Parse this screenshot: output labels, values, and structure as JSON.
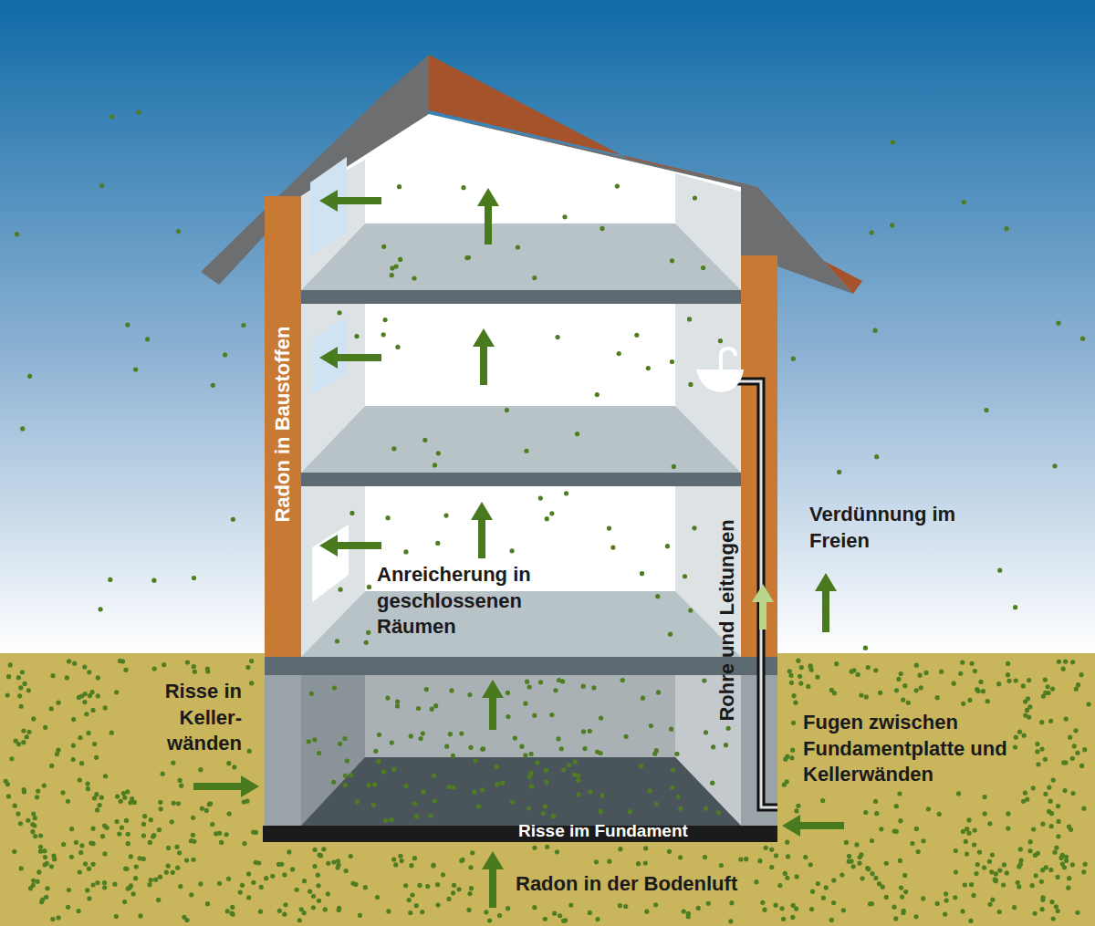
{
  "diagram": {
    "labels": [
      "Radon in Baustoffen",
      "Rohre und Leitungen",
      "Verdünnung im Freien",
      "Anreicherung in geschlossenen Räumen",
      "Risse in Keller- wänden",
      "Fugen zwischen Fundamentplatte und Kellerwänden",
      "Risse im Fundament",
      "Radon in der Bodenluft"
    ]
  }
}
